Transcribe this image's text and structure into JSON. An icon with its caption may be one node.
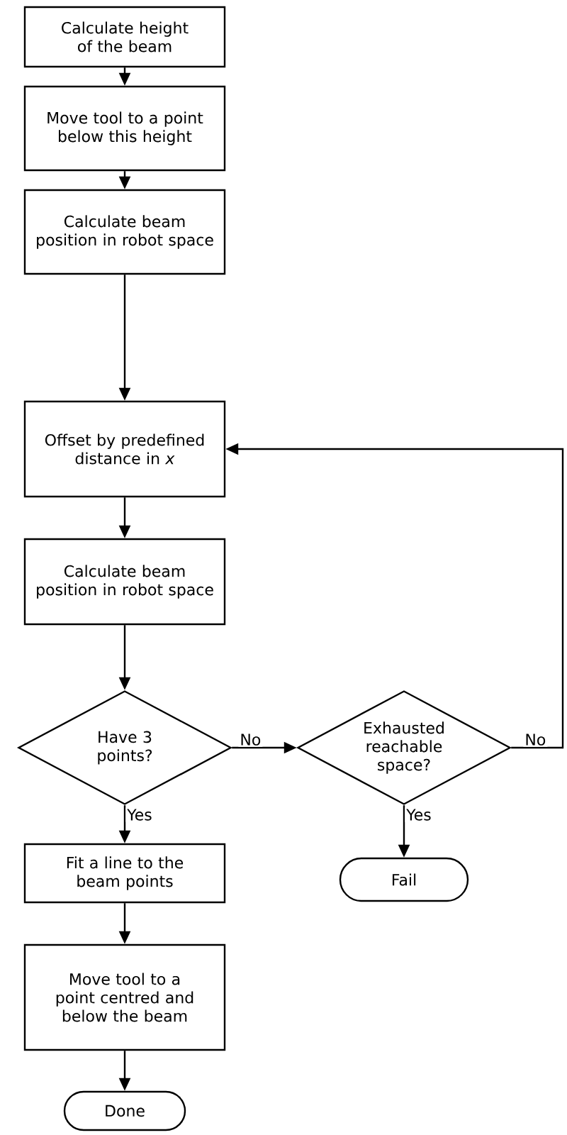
{
  "diagram": {
    "nodes": [
      {
        "text": [
          "Calculate height of the beam"
        ]
      },
      {
        "text": [
          "Move tool to a point below this height"
        ]
      },
      {
        "text": [
          "Calculate beam position in robot space"
        ]
      },
      {
        "text": [
          "Offset by predefined distance in *x*"
        ]
      },
      {
        "text": [
          "Calculate beam position in robot space"
        ]
      },
      {
        "text": [
          "Have 3 points?"
        ]
      },
      {
        "text": [
          "Exhausted reachable space?"
        ]
      },
      {
        "text": [
          "Fit a line to the beam points"
        ]
      },
      {
        "text": [
          "Fail"
        ]
      },
      {
        "text": [
          "Move tool to a point centred and below the beam"
        ]
      },
      {
        "text": [
          "Done"
        ]
      }
    ],
    "edges": [
      {
        "from": 0,
        "to": 1,
        "arrow": "to"
      },
      {
        "from": 1,
        "to": 2,
        "arrow": "to"
      },
      {
        "from": 2,
        "to": 3,
        "arrow": "to"
      },
      {
        "from": 3,
        "to": 4,
        "arrow": "to"
      },
      {
        "from": 4,
        "to": 5,
        "arrow": "to"
      },
      {
        "from": 5,
        "to": 6,
        "label": "No",
        "arrow": "to"
      },
      {
        "from": 6,
        "to": 3,
        "label": "No",
        "arrow": "to"
      },
      {
        "from": 5,
        "to": 7,
        "label": "Yes",
        "arrow": "to"
      },
      {
        "from": 6,
        "to": 8,
        "label": "Yes",
        "arrow": "to"
      },
      {
        "from": 7,
        "to": 9,
        "arrow": "to"
      },
      {
        "from": 9,
        "to": 10,
        "arrow": "to"
      }
    ]
  }
}
